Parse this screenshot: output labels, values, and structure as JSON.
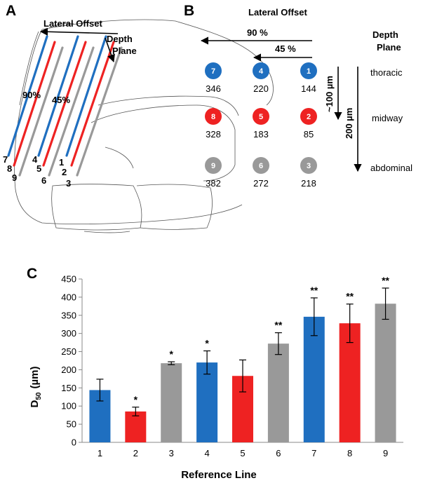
{
  "panel_a": {
    "letter": "A",
    "lateral_offset": "Lateral Offset",
    "depth": "Depth",
    "plane": "Plane",
    "pct_90": "90%",
    "pct_45": "45%",
    "line_numbers": [
      "1",
      "2",
      "3",
      "4",
      "5",
      "6",
      "7",
      "8",
      "9"
    ],
    "colors": {
      "thoracic": "#1f6fc0",
      "midway": "#ee2222",
      "abdominal": "#999999"
    }
  },
  "panel_b": {
    "letter": "B",
    "lateral_offset": "Lateral Offset",
    "pct_90": "90 %",
    "pct_45": "45 %",
    "depth": "Depth",
    "plane": "Plane",
    "depth_100": "~100 µm",
    "depth_200": "200 µm",
    "planes": [
      "thoracic",
      "midway",
      "abdominal"
    ],
    "dots": [
      {
        "id": "7",
        "value": "346",
        "plane": "thoracic"
      },
      {
        "id": "4",
        "value": "220",
        "plane": "thoracic"
      },
      {
        "id": "1",
        "value": "144",
        "plane": "thoracic"
      },
      {
        "id": "8",
        "value": "328",
        "plane": "midway"
      },
      {
        "id": "5",
        "value": "183",
        "plane": "midway"
      },
      {
        "id": "2",
        "value": "85",
        "plane": "midway"
      },
      {
        "id": "9",
        "value": "382",
        "plane": "abdominal"
      },
      {
        "id": "6",
        "value": "272",
        "plane": "abdominal"
      },
      {
        "id": "3",
        "value": "218",
        "plane": "abdominal"
      }
    ]
  },
  "panel_c": {
    "letter": "C"
  },
  "chart_data": {
    "type": "bar",
    "categories": [
      "1",
      "2",
      "3",
      "4",
      "5",
      "6",
      "7",
      "8",
      "9"
    ],
    "values": [
      144,
      85,
      218,
      220,
      183,
      272,
      346,
      328,
      382
    ],
    "errors": [
      30,
      12,
      4,
      32,
      44,
      30,
      52,
      53,
      43
    ],
    "significance": [
      "",
      "*",
      "*",
      "*",
      "",
      "**",
      "**",
      "**",
      "**"
    ],
    "colors": [
      "#1f6fc0",
      "#ee2222",
      "#999999",
      "#1f6fc0",
      "#ee2222",
      "#999999",
      "#1f6fc0",
      "#ee2222",
      "#999999"
    ],
    "xlabel": "Reference Line",
    "ylabel_main": "D",
    "ylabel_sub": "50",
    "ylabel_unit": "(µm)",
    "ylim": [
      0,
      450
    ],
    "yticks": [
      0,
      50,
      100,
      150,
      200,
      250,
      300,
      350,
      400,
      450
    ],
    "grid": false
  }
}
